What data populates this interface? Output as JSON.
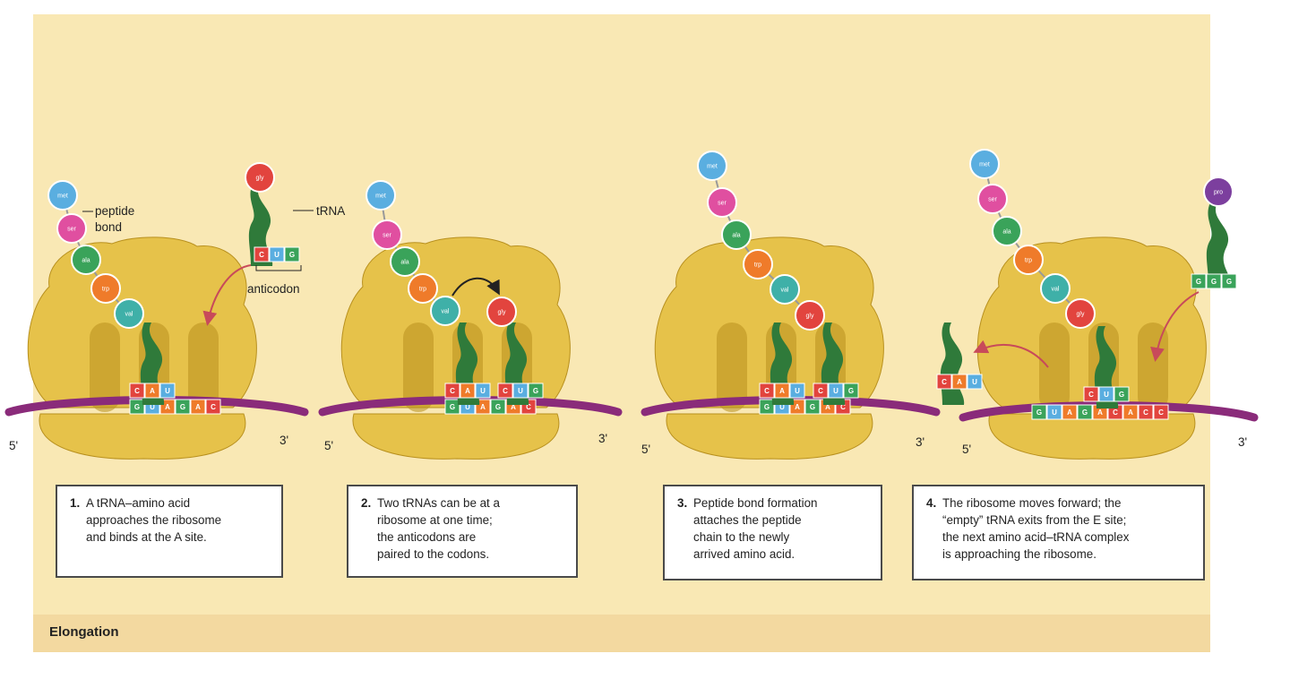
{
  "labels": {
    "peptide_bond_line1": "peptide",
    "peptide_bond_line2": "bond",
    "trna": "tRNA",
    "anticodon": "anticodon",
    "five_prime": "5'",
    "three_prime": "3'"
  },
  "footer": {
    "title": "Elongation"
  },
  "steps": [
    {
      "number": "1.",
      "lines": [
        "A tRNA–amino acid",
        "approaches the ribosome",
        "and binds at the A site."
      ]
    },
    {
      "number": "2.",
      "lines": [
        "Two tRNAs can be at a",
        "ribosome at one time;",
        "the anticodons are",
        "paired to the codons."
      ]
    },
    {
      "number": "3.",
      "lines": [
        "Peptide bond formation",
        "attaches the peptide",
        "chain to the newly",
        "arrived amino acid."
      ]
    },
    {
      "number": "4.",
      "lines": [
        "The ribosome moves forward; the",
        "“empty” tRNA exits from the E site;",
        "the next amino acid–tRNA complex",
        "is approaching the ribosome."
      ]
    }
  ],
  "amino_acids": {
    "met": {
      "name": "met",
      "color": "#5aaee0"
    },
    "ser": {
      "name": "ser",
      "color": "#e04fa0"
    },
    "ala": {
      "name": "ala",
      "color": "#3aa35a"
    },
    "trp": {
      "name": "trp",
      "color": "#ef7b2a"
    },
    "val": {
      "name": "val",
      "color": "#3fb0a8"
    },
    "gly": {
      "name": "gly",
      "color": "#e2443e"
    },
    "pro": {
      "name": "pro",
      "color": "#7c3f9e"
    }
  },
  "base_colors": {
    "G": "#3aa35a",
    "U": "#5aaee0",
    "A": "#ef7b2a",
    "C": "#e2443e"
  },
  "colors": {
    "ribosome": "#e6c24a",
    "ribosome_dark": "#b8901e",
    "mrna": "#8a2b7a",
    "trna": "#2f7a3a",
    "background": "#f9e8b4",
    "footer_band": "#f3d9a0",
    "arrow": "#c84a5a"
  }
}
